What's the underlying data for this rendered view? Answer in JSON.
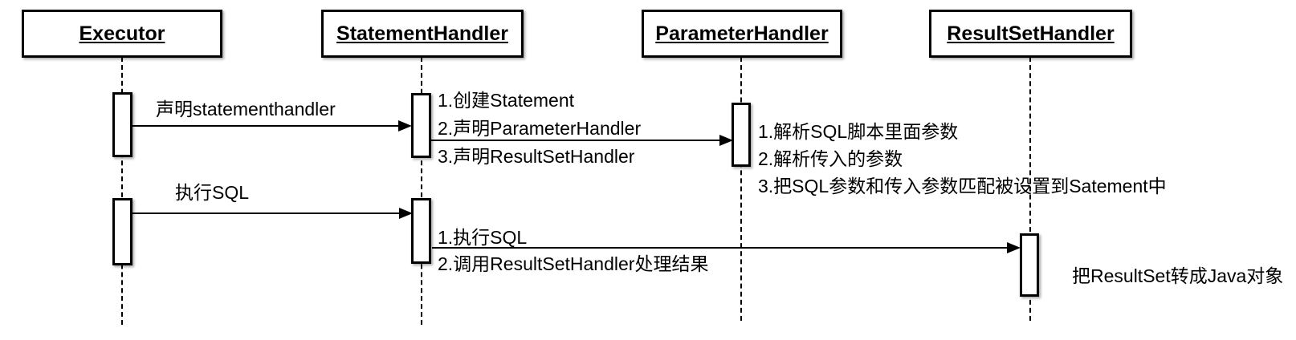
{
  "colors": {
    "background": "#ffffff",
    "line": "#000000",
    "text": "#000000"
  },
  "actors": [
    {
      "id": "executor",
      "label": "Executor"
    },
    {
      "id": "statement-handler",
      "label": "StatementHandler"
    },
    {
      "id": "parameter-handler",
      "label": "ParameterHandler"
    },
    {
      "id": "result-set-handler",
      "label": "ResultSetHandler"
    }
  ],
  "messages": {
    "declare_statement_handler": {
      "from": "Executor",
      "to": "StatementHandler",
      "label": "声明statementhandler"
    },
    "statement_to_parameter": {
      "from": "StatementHandler",
      "to": "ParameterHandler",
      "lines": [
        "1.创建Statement",
        "2.声明ParameterHandler",
        "3.声明ResultSetHandler"
      ]
    },
    "execute_sql": {
      "from": "Executor",
      "to": "StatementHandler",
      "label": "执行SQL"
    },
    "statement_to_resultset": {
      "from": "StatementHandler",
      "to": "ResultSetHandler",
      "lines": [
        "1.执行SQL",
        "2.调用ResultSetHandler处理结果"
      ]
    }
  },
  "notes": {
    "parameter_handler_steps": {
      "lines": [
        "1.解析SQL脚本里面参数",
        "2.解析传入的参数",
        "3.把SQL参数和传入参数匹配被设置到Satement中"
      ]
    },
    "result_set_handler_note": {
      "label": "把ResultSet转成Java对象"
    }
  }
}
